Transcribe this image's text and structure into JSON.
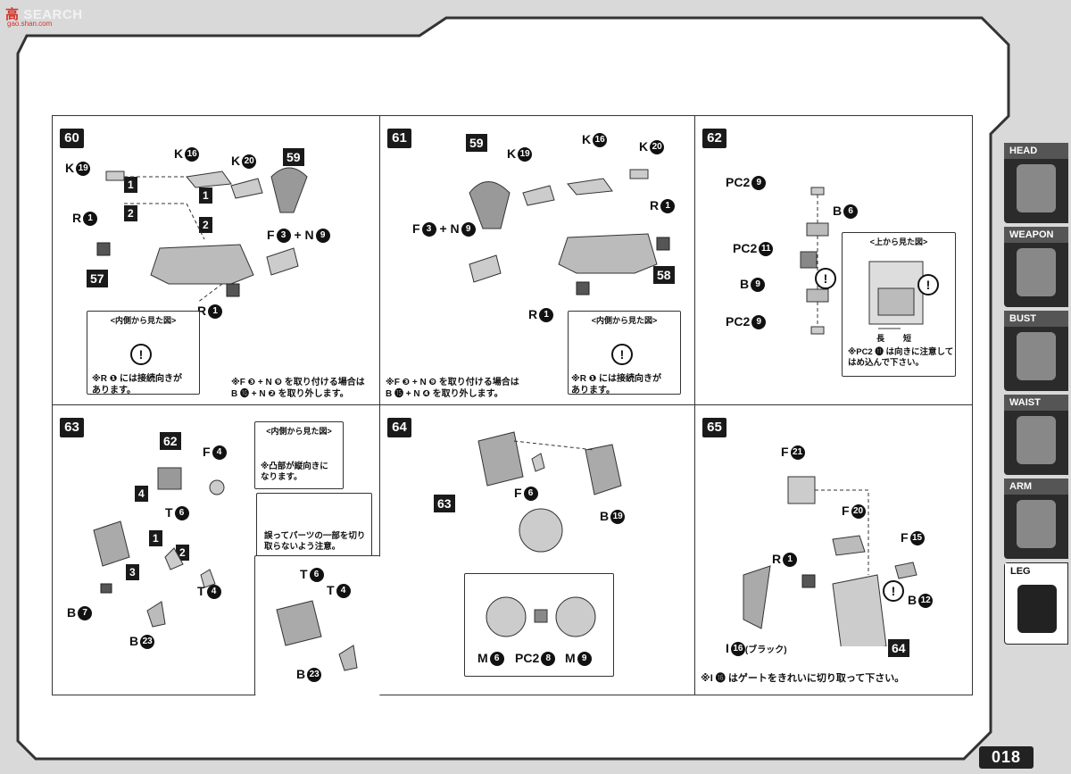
{
  "watermark": {
    "main": "高",
    "brand": "SEARCH",
    "sub": "gao.shan.com"
  },
  "page_number": "018",
  "tabs": [
    {
      "label": "HEAD"
    },
    {
      "label": "WEAPON"
    },
    {
      "label": "BUST"
    },
    {
      "label": "WAIST"
    },
    {
      "label": "ARM"
    },
    {
      "label": "LEG",
      "active": true
    }
  ],
  "panels": {
    "p60": {
      "step": "60",
      "labels": {
        "k19": "K",
        "k16": "K",
        "k20": "K",
        "r1": "R",
        "r1b": "R",
        "f3n9": "F",
        "plus": "+ N"
      },
      "nums": {
        "n19": "19",
        "n16": "16",
        "n20": "20",
        "n59": "59",
        "n57": "57",
        "n1": "1",
        "n3": "3",
        "n9": "9"
      },
      "boxes": [
        "1",
        "1",
        "2",
        "2"
      ],
      "inset_title": "<内側から見た図>",
      "note": "※R ❶ には接続向きが\nあります。",
      "note2": "※F ❸ + N ❾ を取り付ける場合は\nB ⓰ + N ❷ を取り外します。"
    },
    "p61": {
      "step": "61",
      "labels": {
        "k19": "K",
        "k16": "K",
        "k20": "K",
        "r1": "R",
        "r1b": "R",
        "f3n9": "F",
        "plus": "+ N"
      },
      "nums": {
        "n59": "59",
        "n58": "58"
      },
      "inset_title": "<内側から見た図>",
      "note": "※R ❶ には接続向きが\nあります。",
      "note2": "※F ❸ + N ❾ を取り付ける場合は\nB ⓯ + N ❹ を取り外します。"
    },
    "p62": {
      "step": "62",
      "labels": {
        "pc2a": "PC2",
        "b6": "B",
        "pc2b": "PC2",
        "b9": "B",
        "pc2c": "PC2"
      },
      "inset_title": "<上から見た図>",
      "dim_long": "長",
      "dim_short": "短",
      "note": "※PC2 ⓫ は向きに注意して\nはめ込んで下さい。"
    },
    "p63": {
      "step": "63",
      "labels": {
        "n62": "62",
        "f4": "F",
        "t6": "T",
        "t4": "T",
        "b7": "B",
        "b23": "B",
        "t6b": "T",
        "t4b": "T",
        "b23b": "B"
      },
      "boxes": [
        "4",
        "1",
        "2",
        "3"
      ],
      "inset_title": "<内側から見た図>",
      "note": "※凸部が縦向きに\nなります。",
      "warn": "誤ってパーツの一部を切り\n取らないよう注意。"
    },
    "p64": {
      "step": "64",
      "labels": {
        "n63": "63",
        "f6": "F",
        "b19": "B",
        "m6": "M",
        "pc28": "PC2",
        "m9": "M"
      }
    },
    "p65": {
      "step": "65",
      "labels": {
        "f21": "F",
        "f20": "F",
        "f15": "F",
        "r1": "R",
        "b12": "B",
        "i16": "I",
        "black": "(ブラック)",
        "n64": "64"
      },
      "note": "※I ⓰ はゲートをきれいに切り取って下さい。"
    }
  }
}
